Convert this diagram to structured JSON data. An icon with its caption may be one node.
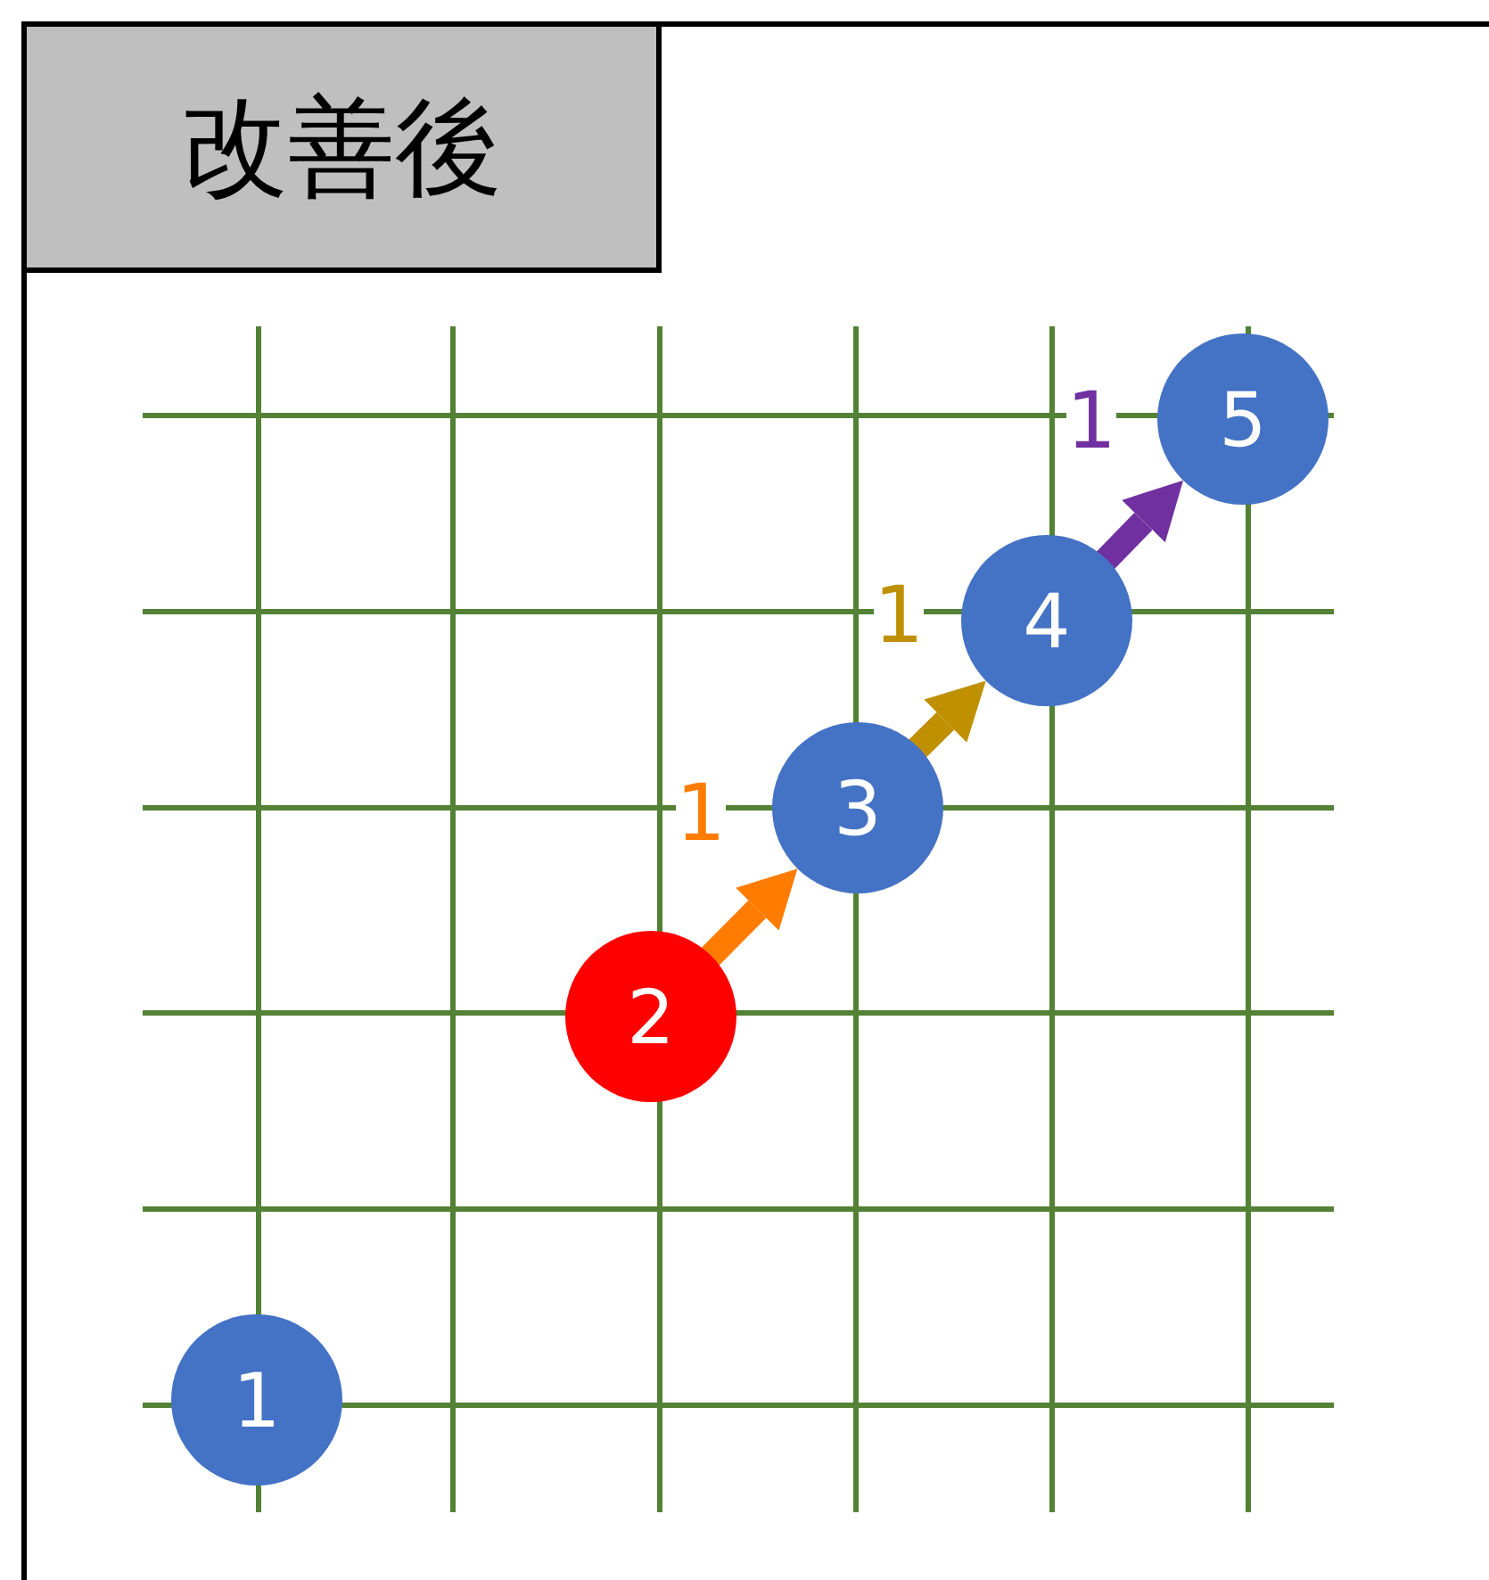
{
  "diagram": {
    "title": "改善後",
    "nodes": [
      {
        "text": [
          "1"
        ]
      },
      {
        "text": [
          "2"
        ]
      },
      {
        "text": [
          "3"
        ]
      },
      {
        "text": [
          "4"
        ]
      },
      {
        "text": [
          "5"
        ]
      }
    ],
    "edges": [
      {
        "from": 1,
        "to": 2,
        "arrow": "to",
        "label": "1",
        "color": "#ff7c00"
      },
      {
        "from": 2,
        "to": 3,
        "arrow": "to",
        "label": "1",
        "color": "#bf9000"
      },
      {
        "from": 3,
        "to": 4,
        "arrow": "to",
        "label": "1",
        "color": "#7030a0"
      }
    ]
  }
}
